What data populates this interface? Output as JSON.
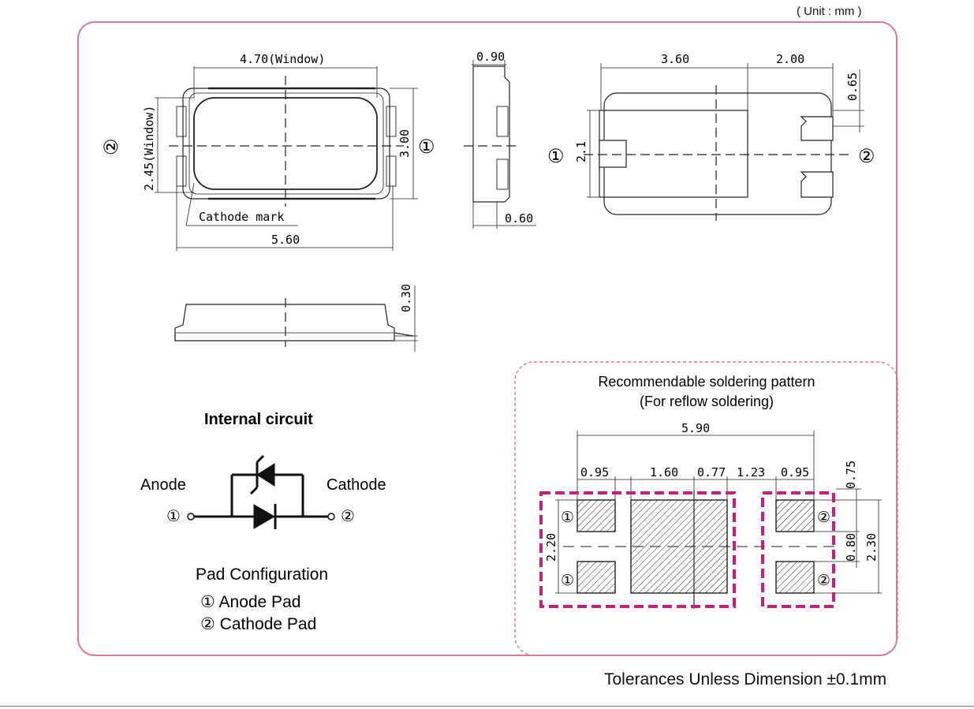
{
  "unit_label": "( Unit : mm )",
  "tolerance_note": "Tolerances Unless Dimension ±0.1mm",
  "top_view": {
    "window_width": "4.70(Window)",
    "window_height": "2.45(Window)",
    "body_height": "3.00",
    "body_width": "5.60",
    "cathode_mark": "Cathode mark",
    "pin1": "①",
    "pin2": "②"
  },
  "side_view": {
    "top_dim": "0.90",
    "bottom_dim": "0.60"
  },
  "bottom_view": {
    "dim_a": "3.60",
    "dim_b": "2.00",
    "dim_c": "0.65",
    "dim_d": "2.1",
    "pin1": "①",
    "pin2": "②"
  },
  "front_view": {
    "lead_thickness": "0.30"
  },
  "internal_circuit": {
    "title": "Internal circuit",
    "anode": "Anode",
    "cathode": "Cathode",
    "pin1": "①",
    "pin2": "②"
  },
  "pad_configuration": {
    "title": "Pad Configuration",
    "items": [
      "① Anode Pad",
      "② Cathode Pad"
    ]
  },
  "soldering": {
    "title": "Recommendable soldering pattern",
    "subtitle": "(For reflow soldering)",
    "overall_width": "5.90",
    "segments": [
      "0.95",
      "1.60",
      "0.77",
      "1.23",
      "0.95"
    ],
    "right_dims": [
      "0.75",
      "0.80",
      "2.30"
    ],
    "left_dim": "2.20",
    "pin1": "①",
    "pin2": "②"
  },
  "colors": {
    "frame": "#d87898",
    "pad_outline": "#c8207a",
    "line": "#222222"
  }
}
